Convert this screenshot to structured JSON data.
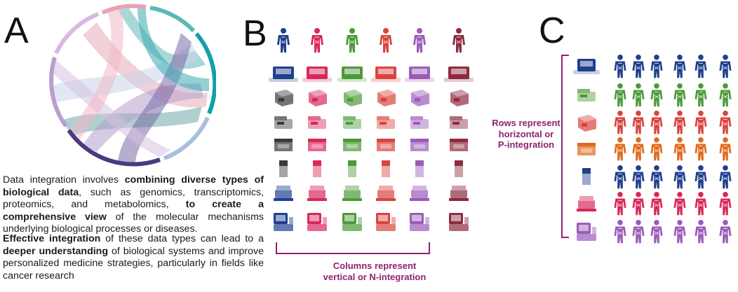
{
  "panels": {
    "a": {
      "letter": "A",
      "paragraph1": [
        {
          "text": "Data integration involves ",
          "bold": false
        },
        {
          "text": "combining diverse types of biological data",
          "bold": true
        },
        {
          "text": ", such as genomics, transcriptomics, proteomics, and metabolomics, ",
          "bold": false
        },
        {
          "text": "to create a comprehensive view",
          "bold": true
        },
        {
          "text": " of the molecular mechanisms underlying biological processes or diseases.",
          "bold": false
        }
      ],
      "paragraph2": [
        {
          "text": "Effective integration",
          "bold": true
        },
        {
          "text": " of these data types can lead to a ",
          "bold": false
        },
        {
          "text": "deeper understanding",
          "bold": true
        },
        {
          "text": " of biological systems and improve personalized medicine strategies, particularly in fields like cancer research",
          "bold": false
        }
      ]
    },
    "b": {
      "letter": "B",
      "caption_line1": "Columns represent",
      "caption_line2": "vertical or N-integration",
      "column_colors": [
        "#1f3f8f",
        "#d8285a",
        "#4b9a3a",
        "#d9443e",
        "#9b5bb8",
        "#8e2a3f"
      ]
    },
    "c": {
      "letter": "C",
      "caption_line1": "Rows represent",
      "caption_line2": "horizontal or",
      "caption_line3": "P-integration",
      "row_colors": [
        "#1f3f8f",
        "#4b9a3a",
        "#d9443e",
        "#e06a1c",
        "#1f3f8f",
        "#d8285a",
        "#9b5bb8"
      ]
    }
  }
}
